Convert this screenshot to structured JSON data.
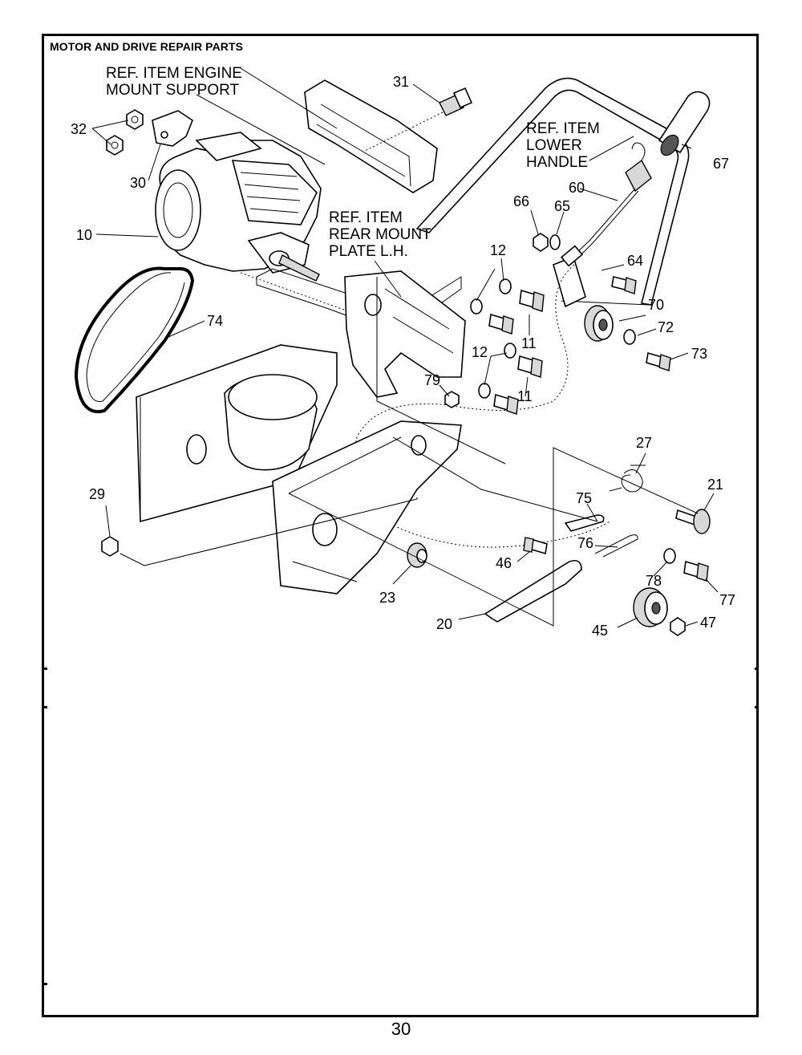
{
  "page": {
    "title": "MOTOR AND DRIVE REPAIR PARTS",
    "page_number": "30"
  },
  "reference_labels": {
    "engine_mount_line1": "REF. ITEM ENGINE",
    "engine_mount_line2": "MOUNT SUPPORT",
    "lower_handle_line1": "REF. ITEM",
    "lower_handle_line2": "LOWER",
    "lower_handle_line3": "HANDLE",
    "rear_mount_line1": "REF. ITEM",
    "rear_mount_line2": "REAR MOUNT",
    "rear_mount_line3": "PLATE L.H."
  },
  "callouts": {
    "p10": "10",
    "p11a": "11",
    "p11b": "11",
    "p12a": "12",
    "p12b": "12",
    "p20": "20",
    "p21": "21",
    "p23": "23",
    "p27": "27",
    "p29": "29",
    "p30": "30",
    "p31": "31",
    "p32": "32",
    "p45": "45",
    "p46": "46",
    "p47": "47",
    "p60": "60",
    "p64": "64",
    "p65": "65",
    "p66": "66",
    "p67": "67",
    "p70": "70",
    "p72": "72",
    "p73": "73",
    "p74": "74",
    "p75": "75",
    "p76": "76",
    "p77": "77",
    "p78": "78",
    "p79": "79"
  }
}
